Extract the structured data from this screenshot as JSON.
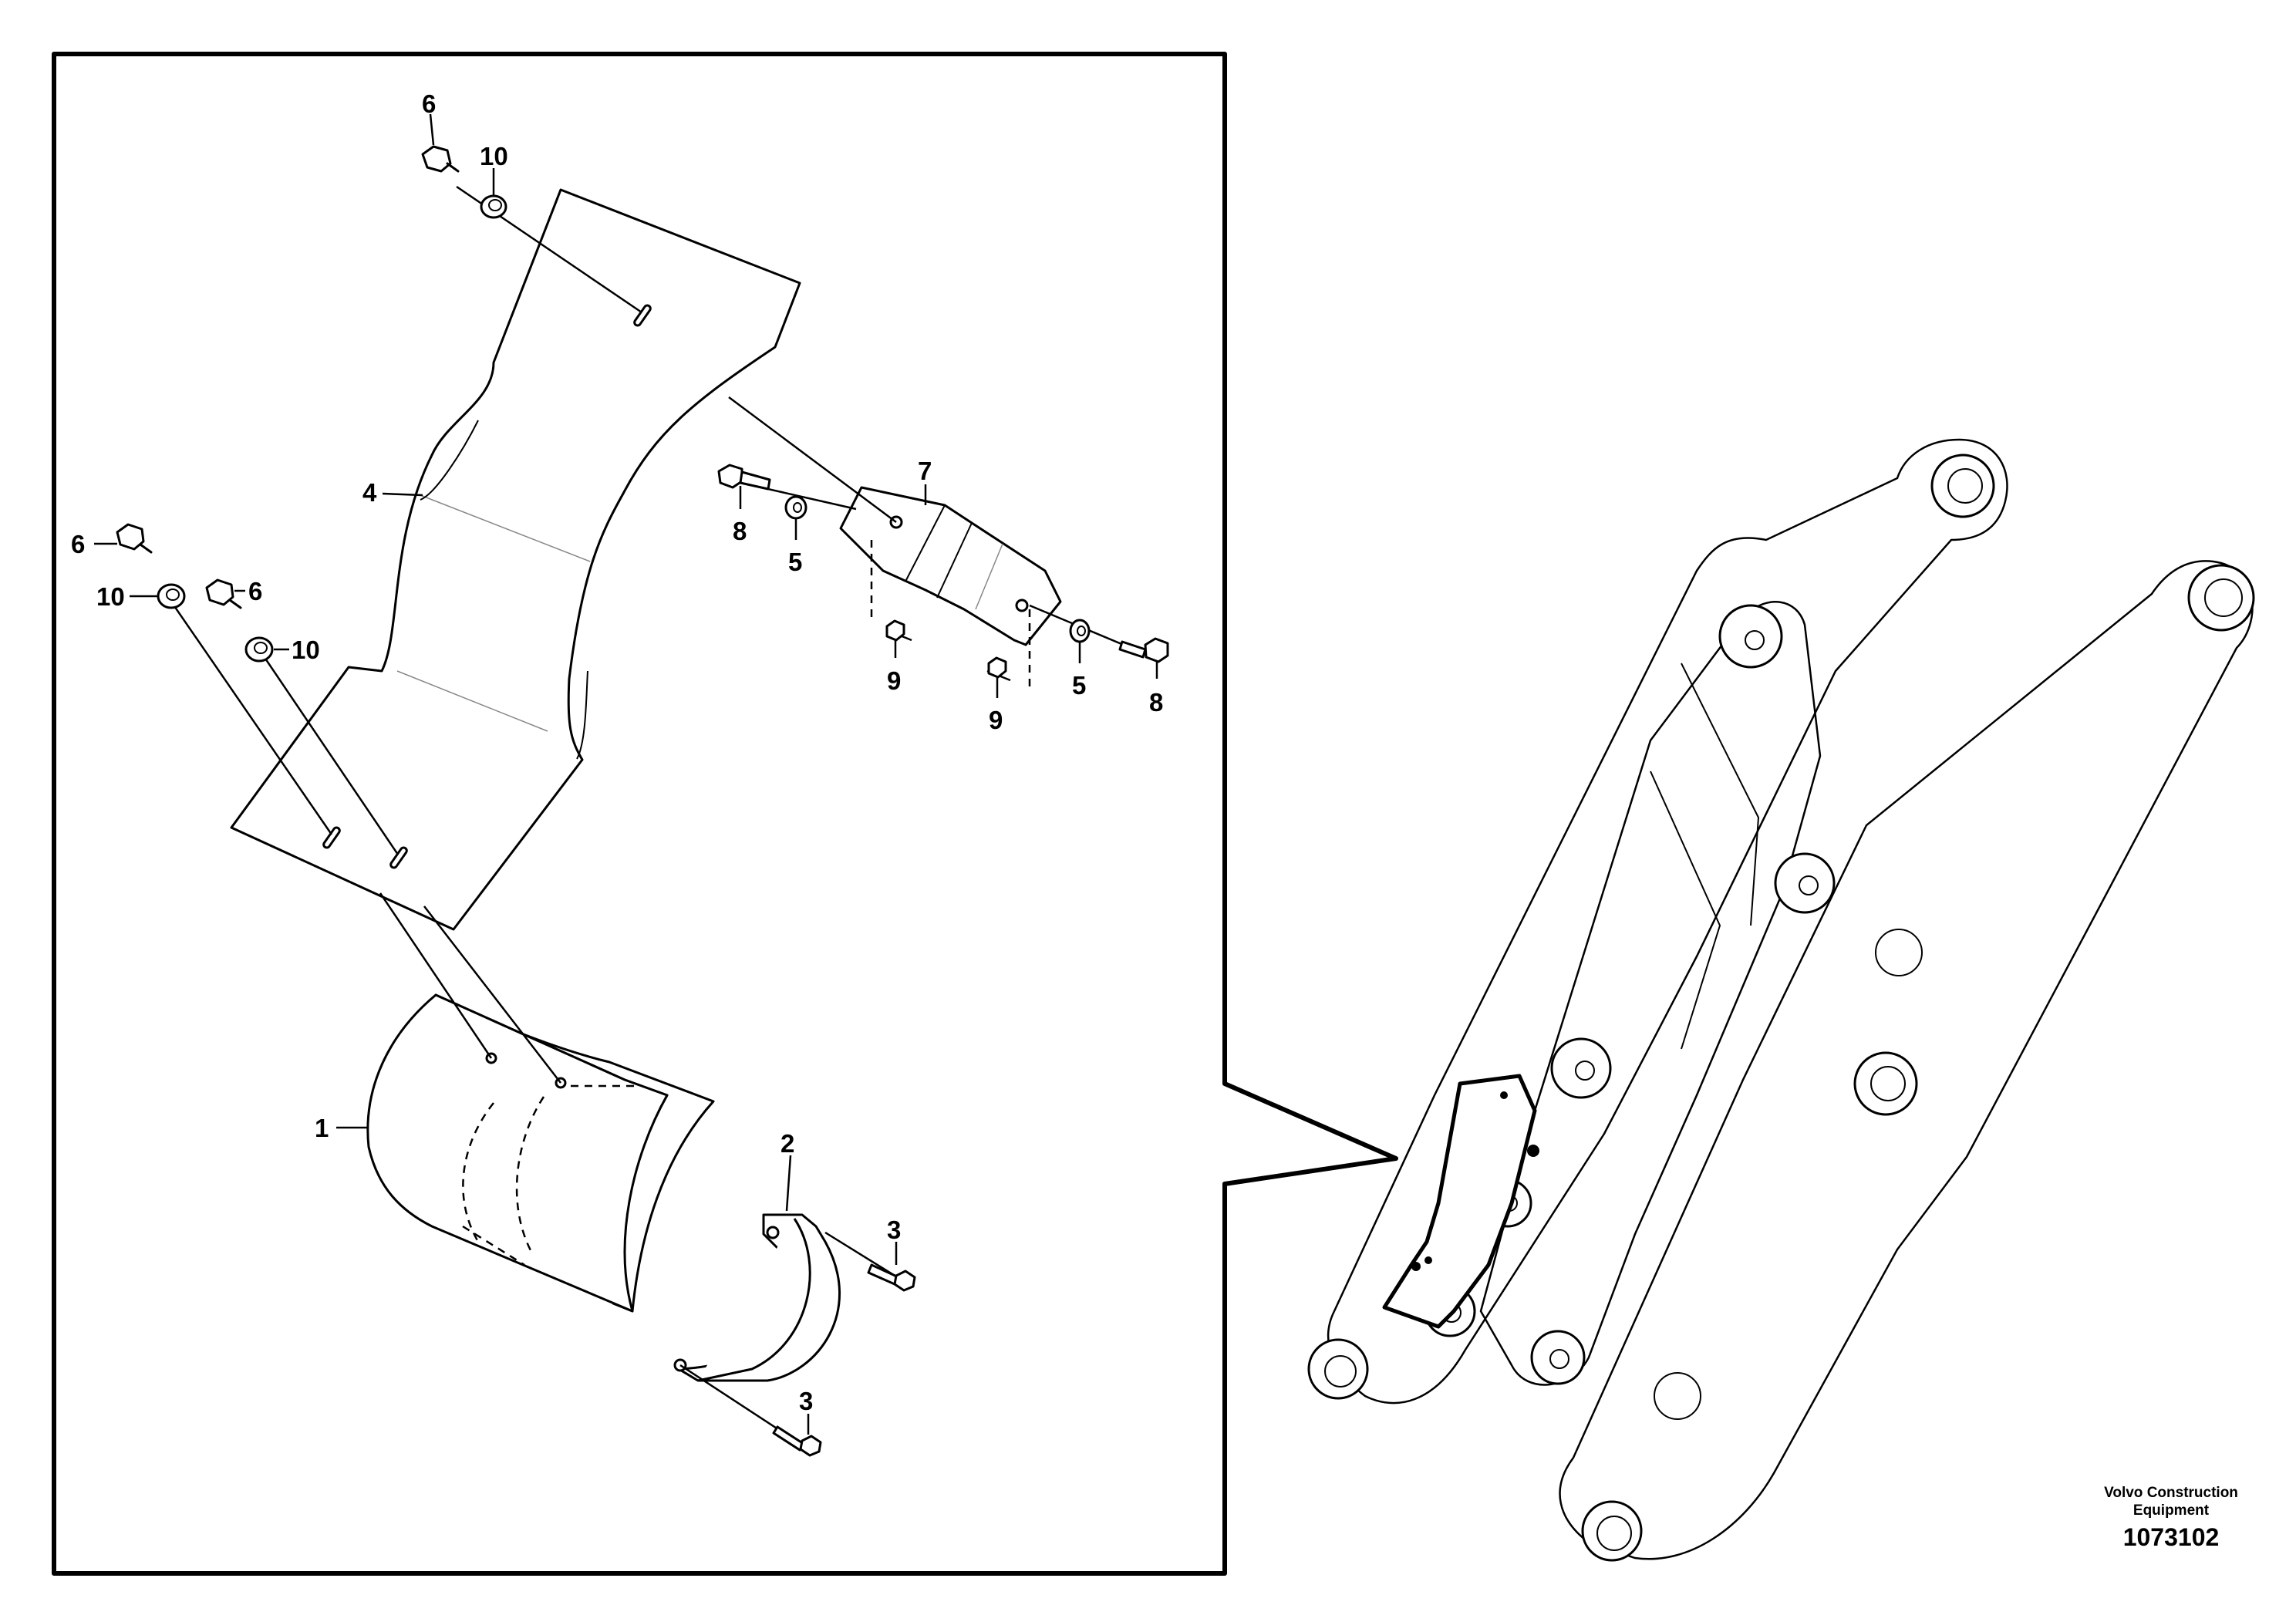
{
  "callouts": {
    "c1": "1",
    "c2": "2",
    "c3a": "3",
    "c3b": "3",
    "c4": "4",
    "c5a": "5",
    "c5b": "5",
    "c6a": "6",
    "c6b": "6",
    "c6c": "6",
    "c7": "7",
    "c8a": "8",
    "c8b": "8",
    "c9a": "9",
    "c9b": "9",
    "c10a": "10",
    "c10b": "10",
    "c10c": "10"
  },
  "footer": {
    "brand_line1": "Volvo Construction",
    "brand_line2": "Equipment",
    "drawing_number": "1073102"
  },
  "icons": [
    "hex-bolt-icon",
    "washer-icon",
    "nut-icon",
    "sleeve-icon"
  ]
}
